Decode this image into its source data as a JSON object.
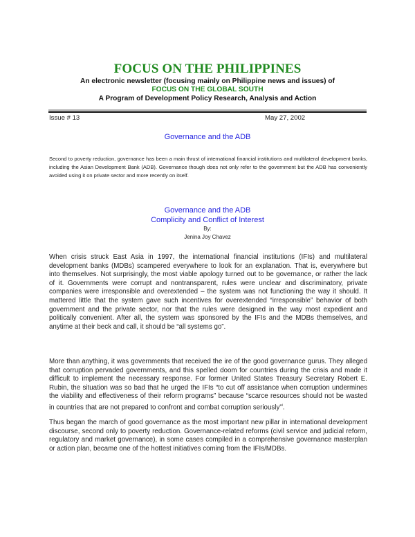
{
  "masthead": {
    "title": "FOCUS ON THE PHILIPPINES",
    "subtitle": "An electronic newsletter (focusing mainly on Philippine news and issues) of",
    "organization": "FOCUS ON THE GLOBAL SOUTH",
    "program": "A Program of Development Policy Research, Analysis and Action"
  },
  "issue": {
    "number": "Issue # 13",
    "date": "May 27, 2002"
  },
  "intro": {
    "title": "Governance and the ADB",
    "text": "Second to poverty reduction, governance has been a main thrust of international financial institutions and multilateral development banks, including the Asian Development Bank (ADB). Governance though does not only refer to the government but the ADB has conveniently avoided using it on private sector and more recently on itself."
  },
  "article": {
    "title": "Governance and the ADB",
    "subtitle": "Complicity and Conflict of Interest",
    "by_label": "By:",
    "author": "Jenina Joy Chavez",
    "paragraphs": [
      "When crisis struck East Asia in 1997, the international financial institutions (IFIs) and multilateral development banks (MDBs) scampered everywhere to look for an explanation. That is, everywhere but into themselves. Not surprisingly, the most viable apology turned out to be governance, or rather the lack of it. Governments were corrupt and nontransparent, rules were unclear and discriminatory, private companies were irresponsible and overextended – the system was not functioning the way it should. It mattered little that the system gave such incentives for overextended “irresponsible” behavior of both government and the private sector, nor that the rules were designed in the way most expedient and politically convenient. After all, the system was sponsored by the IFIs and the MDBs themselves, and anytime at their beck and call, it should be “all systems go”.",
      "More than anything, it was governments that received the ire of the good governance gurus. They alleged that corruption pervaded governments, and this spelled doom for countries during the crisis and made it difficult to implement the necessary response. For former United States Treasury Secretary Robert E. Rubin, the situation was so bad that he urged the IFIs “to cut off assistance when corruption undermines the viability and effectiveness of their reform programs” because “scarce resources should not be wasted in countries that are not prepared to confront and combat corruption seriously”",
      "Thus began the march of good governance as the most important new pillar in international development discourse, second only to poverty reduction. Governance-related reforms (civil service and judicial reform, regulatory and market governance), in some cases compiled in a comprehensive governance masterplan or action plan, became one of the hottest initiatives coming from the IFIs/MDBs."
    ],
    "footnote_marker": "i"
  },
  "colors": {
    "masthead_green": "#1f8a1f",
    "heading_blue": "#2424e0",
    "text": "#222222"
  }
}
